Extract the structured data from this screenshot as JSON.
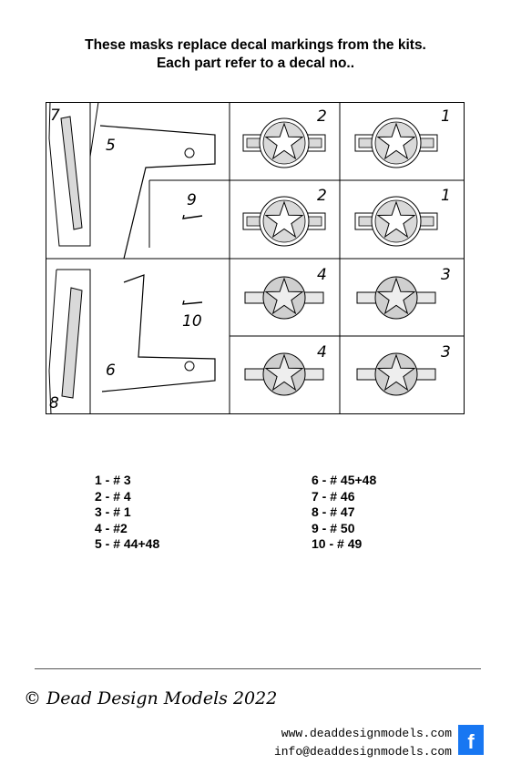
{
  "heading": {
    "line1": "These masks replace decal markings from the kits.",
    "line2": "Each part refer to a decal no.."
  },
  "sheet_labels": {
    "p1a": "1",
    "p1b": "1",
    "p2a": "2",
    "p2b": "2",
    "p3a": "3",
    "p3b": "3",
    "p4a": "4",
    "p4b": "4",
    "p5": "5",
    "p6": "6",
    "p7": "7",
    "p8": "8",
    "p9": "9",
    "p10": "10"
  },
  "legend": {
    "left": [
      "1 - # 3",
      "2 - # 4",
      "3 - # 1",
      "4 - #2",
      "5 - # 44+48"
    ],
    "right": [
      "6 - # 45+48",
      "7 - # 46",
      "8 - # 47",
      "9 - # 50",
      "10 - # 49"
    ]
  },
  "footer": {
    "copyright": "© Dead Design Models 2022",
    "website": "www.deaddesignmodels.com",
    "email": "info@deaddesignmodels.com",
    "facebook_glyph": "f"
  },
  "colors": {
    "mask_gray": "#d9d9d9",
    "facebook_blue": "#1877f2"
  },
  "icons": {
    "facebook": "facebook-icon"
  }
}
